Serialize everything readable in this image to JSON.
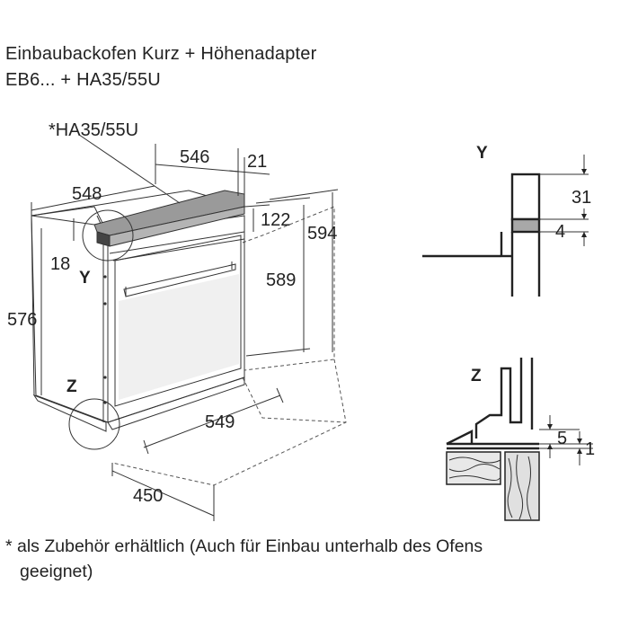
{
  "title": {
    "line1": "Einbaubackofen Kurz + Höhenadapter",
    "line2": "EB6... + HA35/55U"
  },
  "labels": {
    "adapter": "*HA35/55U",
    "detail_y": "Y",
    "detail_z": "Z",
    "callout_y": "Y",
    "callout_z": "Z"
  },
  "dimensions": {
    "adapter_width": "546",
    "adapter_thickness": "21",
    "body_width": "548",
    "adapter_height": "122",
    "overall_height": "594",
    "front_offset": "18",
    "niche_height": "589",
    "body_height": "576",
    "niche_depth": "549",
    "niche_min_depth": "450",
    "detail_y_top": "31",
    "detail_y_gap": "4",
    "detail_z_top": "5",
    "detail_z_gap": "1"
  },
  "footnote": {
    "line1": "* als Zubehör erhältlich (Auch für Einbau unterhalb des Ofens",
    "line2": "geeignet)"
  },
  "colors": {
    "line": "#333333",
    "adapter_fill": "#9a9a9a",
    "adapter_band_fill": "#a8a8a8",
    "wood": "#d9d9d9"
  }
}
